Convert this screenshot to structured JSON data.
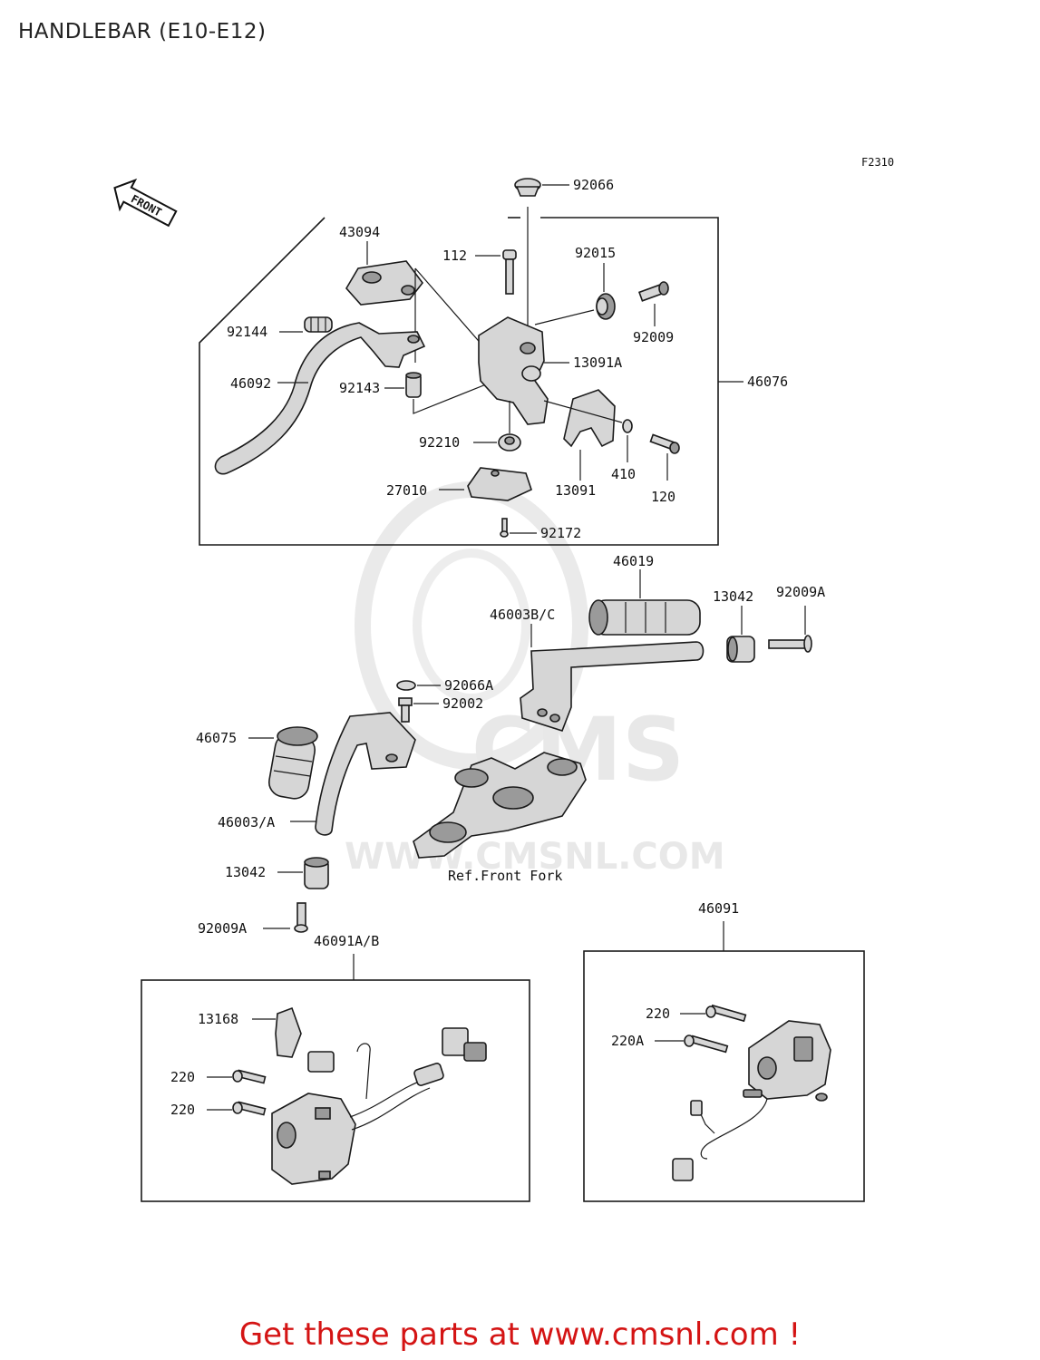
{
  "page": {
    "title": "HANDLEBAR (E10-E12)",
    "figure_code": "F2310",
    "front_marker": "FRONT",
    "footer": "Get these parts at www.cmsnl.com !"
  },
  "watermark": {
    "logo_text": "CMS",
    "url_text": "WWW.CMSNL.COM"
  },
  "parts": {
    "p92066": "92066",
    "p43094": "43094",
    "p112": "112",
    "p92015": "92015",
    "p92009": "92009",
    "p92144": "92144",
    "p13091A": "13091A",
    "p46076": "46076",
    "p46092": "46092",
    "p92143": "92143",
    "p92210": "92210",
    "p410": "410",
    "p13091": "13091",
    "p120": "120",
    "p27010": "27010",
    "p92172": "92172",
    "p46019": "46019",
    "p13042a": "13042",
    "p92009Aa": "92009A",
    "p46003BC": "46003B/C",
    "p92066A": "92066A",
    "p92002": "92002",
    "p46075": "46075",
    "p46003A": "46003/A",
    "p13042b": "13042",
    "p92009Ab": "92009A",
    "p46091AB": "46091A/B",
    "p46091": "46091",
    "p13168": "13168",
    "p220a": "220",
    "p220b": "220",
    "p220c": "220",
    "p220A": "220A"
  },
  "notes": {
    "ref_front_fork": "Ref.Front Fork"
  }
}
